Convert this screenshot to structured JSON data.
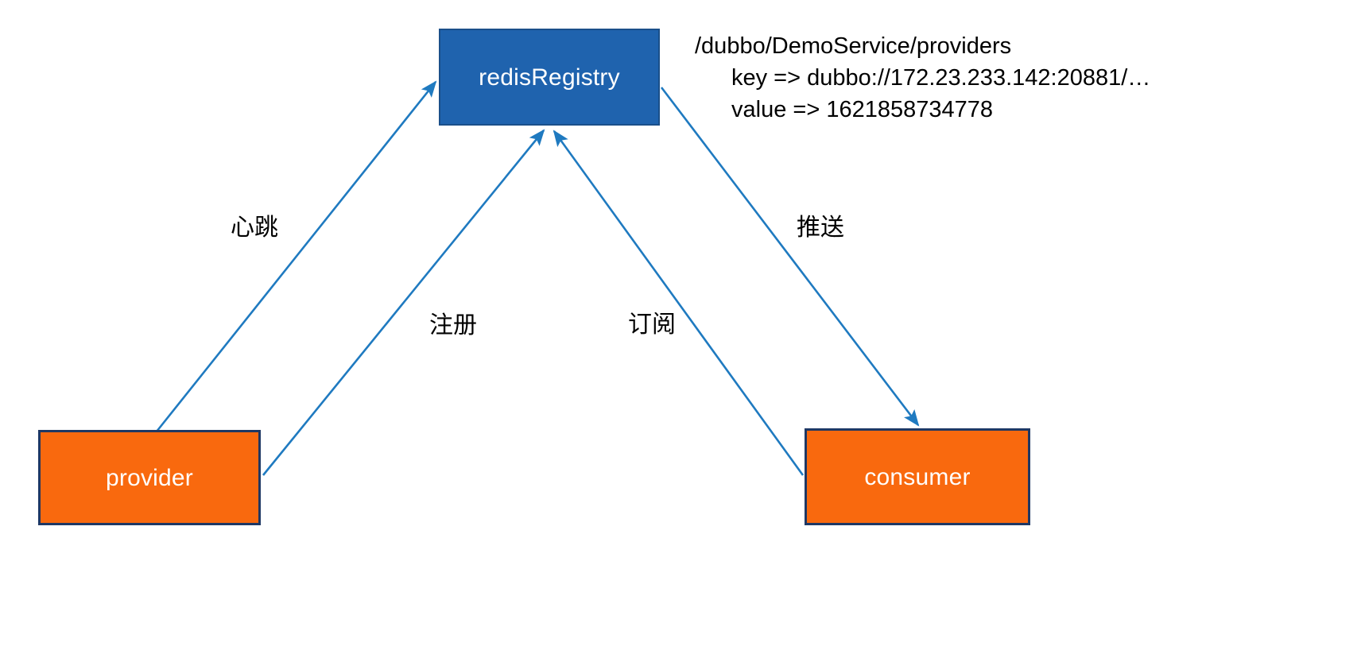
{
  "diagram": {
    "title": "dubbo redis registry interaction",
    "colors": {
      "registry_fill": "#1f63ae",
      "registry_border": "#1a4f8a",
      "service_fill": "#f9690e",
      "service_border": "#1f3864",
      "edge": "#1f7ac0",
      "text": "#000000"
    },
    "nodes": [
      {
        "id": "registry",
        "label": "redisRegistry",
        "shape": "rectangle",
        "fill": "#1f63ae"
      },
      {
        "id": "provider",
        "label": "provider",
        "shape": "rectangle",
        "fill": "#f9690e"
      },
      {
        "id": "consumer",
        "label": "consumer",
        "shape": "rectangle",
        "fill": "#f9690e"
      }
    ],
    "edges": [
      {
        "id": "heartbeat",
        "label": "心跳",
        "from": "provider",
        "to": "registry"
      },
      {
        "id": "register",
        "label": "注册",
        "from": "provider",
        "to": "registry"
      },
      {
        "id": "subscribe",
        "label": "订阅",
        "from": "consumer",
        "to": "registry"
      },
      {
        "id": "push",
        "label": "推送",
        "from": "registry",
        "to": "consumer"
      }
    ],
    "annotation": {
      "path": "/dubbo/DemoService/providers",
      "key_line": "key => dubbo://172.23.233.142:20881/…",
      "value_line": "value => 1621858734778"
    }
  }
}
